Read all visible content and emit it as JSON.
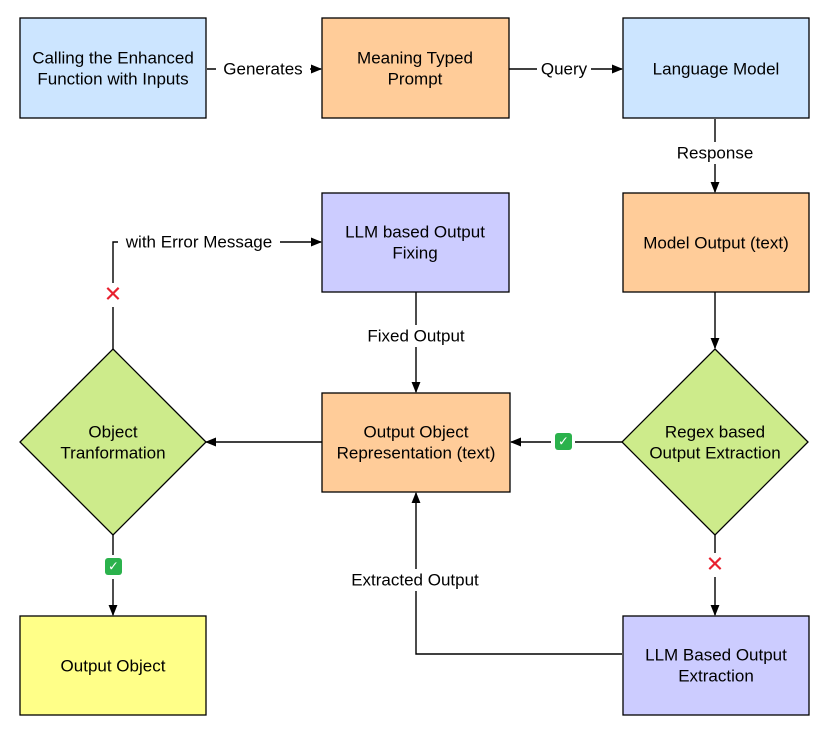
{
  "colors": {
    "blue": "#cce5ff",
    "orange": "#ffcc99",
    "purple": "#ccccff",
    "green": "#cdeb8b",
    "yellow": "#ffff88",
    "stroke": "#000000",
    "x_mark": "#e8212f",
    "check_bg": "#2bb24c"
  },
  "nodes": {
    "calling": {
      "lines": [
        "Calling the Enhanced",
        "Function with Inputs"
      ]
    },
    "meaning_prompt": {
      "lines": [
        "Meaning Typed",
        "Prompt"
      ]
    },
    "language_model": {
      "lines": [
        "Language Model"
      ]
    },
    "model_output": {
      "lines": [
        "Model Output (text)"
      ]
    },
    "regex_extraction": {
      "lines": [
        "Regex based",
        "Output Extraction"
      ]
    },
    "output_object_rep": {
      "lines": [
        "Output Object",
        "Representation (text)"
      ]
    },
    "object_transformation": {
      "lines": [
        "Object",
        "Tranformation"
      ]
    },
    "llm_fixing": {
      "lines": [
        "LLM based Output",
        "Fixing"
      ]
    },
    "llm_extraction": {
      "lines": [
        "LLM Based Output",
        "Extraction"
      ]
    },
    "output_object": {
      "lines": [
        "Output Object"
      ]
    }
  },
  "edges": {
    "generates": "Generates",
    "query": "Query",
    "response": "Response",
    "fixed_output": "Fixed Output",
    "extracted_output": "Extracted Output",
    "with_error_message": "with Error Message"
  },
  "marks": {
    "fail": "✕",
    "success": "✓"
  }
}
